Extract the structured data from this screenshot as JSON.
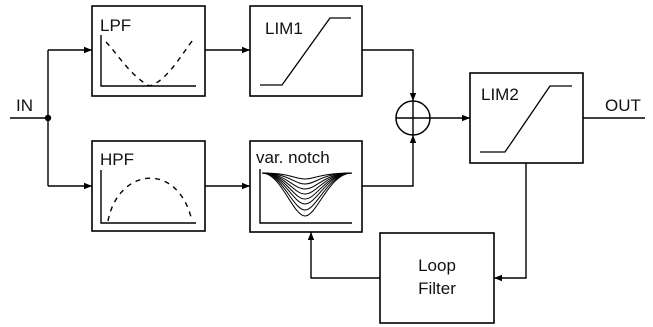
{
  "diagram": {
    "labels": {
      "input": "IN",
      "output": "OUT",
      "lpf": "LPF",
      "hpf": "HPF",
      "lim1": "LIM1",
      "lim2": "LIM2",
      "notch": "var. notch",
      "loop_filter_line1": "Loop",
      "loop_filter_line2": "Filter"
    }
  }
}
